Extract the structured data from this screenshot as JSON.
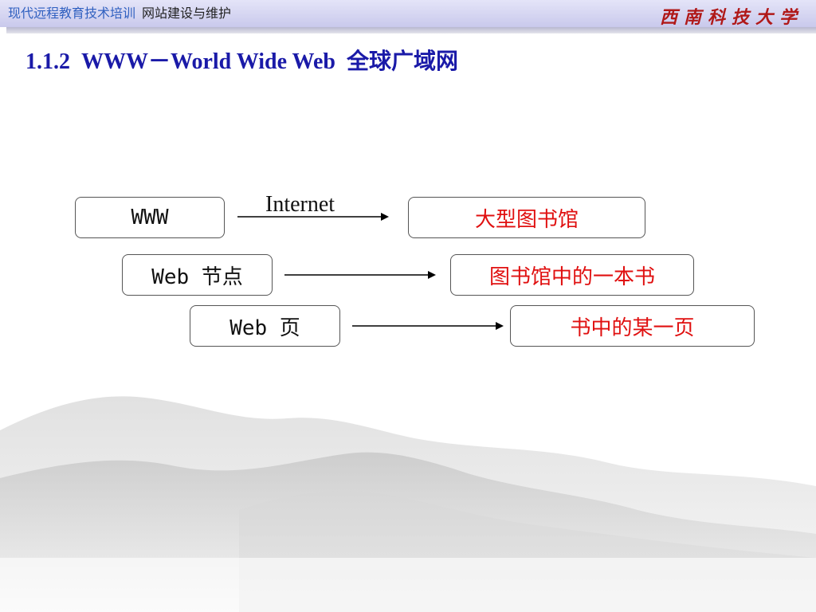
{
  "header": {
    "course_name": "现代远程教育技术培训",
    "subject_name": "网站建设与维护",
    "university": "西南科技大学"
  },
  "slide": {
    "section": "1.1.2",
    "title": "WWW－World Wide Web",
    "title_cn": "全球广域网"
  },
  "diagram": {
    "arrow_label": "Internet",
    "rows": [
      {
        "left": "WWW",
        "right": "大型图书馆"
      },
      {
        "left": "Web 节点",
        "right": "图书馆中的一本书"
      },
      {
        "left": "Web 页",
        "right": "书中的某一页"
      }
    ]
  }
}
